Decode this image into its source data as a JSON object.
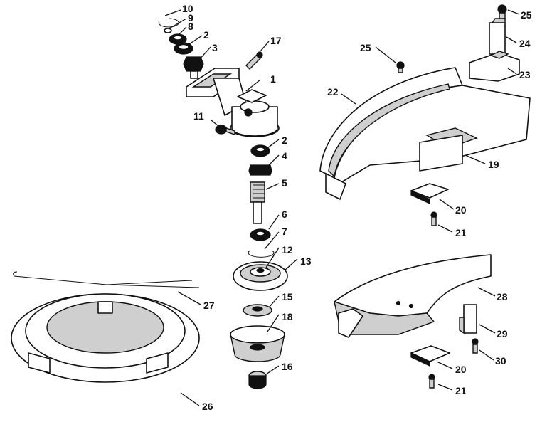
{
  "diagram": {
    "callouts": {
      "c10": "10",
      "c9": "9",
      "c8": "8",
      "c2a": "2",
      "c3": "3",
      "c17": "17",
      "c1": "1",
      "c11": "11",
      "c2b": "2",
      "c4": "4",
      "c5": "5",
      "c6": "6",
      "c7": "7",
      "c12": "12",
      "c13": "13",
      "c15": "15",
      "c18": "18",
      "c16": "16",
      "c25a": "25",
      "c24": "24",
      "c25b": "25",
      "c23": "23",
      "c22": "22",
      "c19": "19",
      "c20a": "20",
      "c21a": "21",
      "c27": "27",
      "c26": "26",
      "c28": "28",
      "c29": "29",
      "c30": "30",
      "c20b": "20",
      "c21b": "21"
    }
  }
}
